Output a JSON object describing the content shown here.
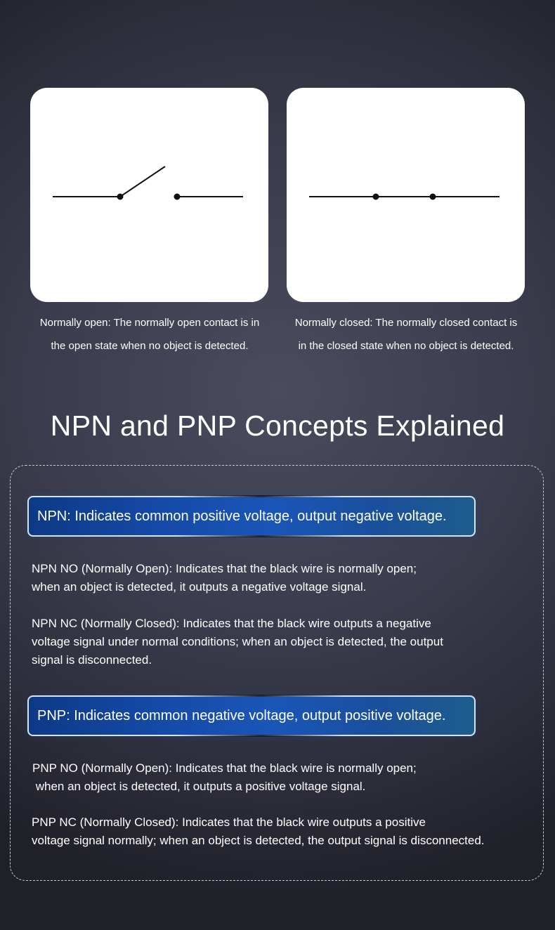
{
  "switch_cards": [
    {
      "id": "normally-open",
      "caption_lines": [
        "Normally open: The normally open contact is in",
        "the open state when no object is detected."
      ]
    },
    {
      "id": "normally-closed",
      "caption_lines": [
        "Normally closed: The normally closed contact is",
        "in the closed state when no object is detected."
      ]
    }
  ],
  "section_title": "NPN and PNP Concepts Explained",
  "npn": {
    "banner": "NPN: Indicates common positive voltage, output negative voltage.",
    "no_lines": [
      "NPN NO (Normally Open): Indicates that the black wire is normally open;",
      "when an object is detected, it outputs a negative voltage signal."
    ],
    "nc_lines": [
      "NPN NC (Normally Closed): Indicates that the black wire outputs a negative",
      "voltage signal under normal conditions; when an object is detected, the output",
      "signal is disconnected."
    ]
  },
  "pnp": {
    "banner": "PNP: Indicates common negative voltage, output positive voltage.",
    "no_lines": [
      "PNP NO (Normally Open): Indicates that the black wire is normally open;",
      " when an object is detected, it outputs a positive voltage signal."
    ],
    "nc_lines": [
      "PNP NC (Normally Closed): Indicates that the black wire outputs a positive",
      "voltage signal normally; when an object is detected, the output signal is disconnected."
    ]
  },
  "colors": {
    "banner_blue": "#1a56b8",
    "card_white": "#ffffff",
    "panel_border": "#c9cad4"
  }
}
